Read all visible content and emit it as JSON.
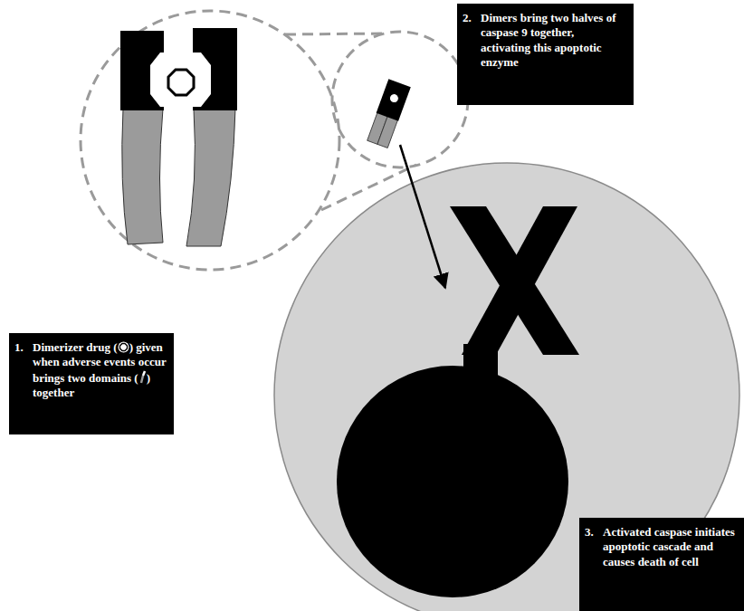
{
  "diagram": {
    "nodes": [
      {
        "text": [
          "1.",
          "Dimerizer drug (",
          ") given when adverse events occur brings two domains (",
          ") together"
        ]
      },
      {
        "text": [
          "2.",
          "Dimers bring two halves of caspase 9 together, activating this apoptotic enzyme"
        ]
      },
      {
        "text": [
          "3.",
          "Activated caspase initiates apoptotic cascade and causes death of cell"
        ]
      }
    ]
  }
}
